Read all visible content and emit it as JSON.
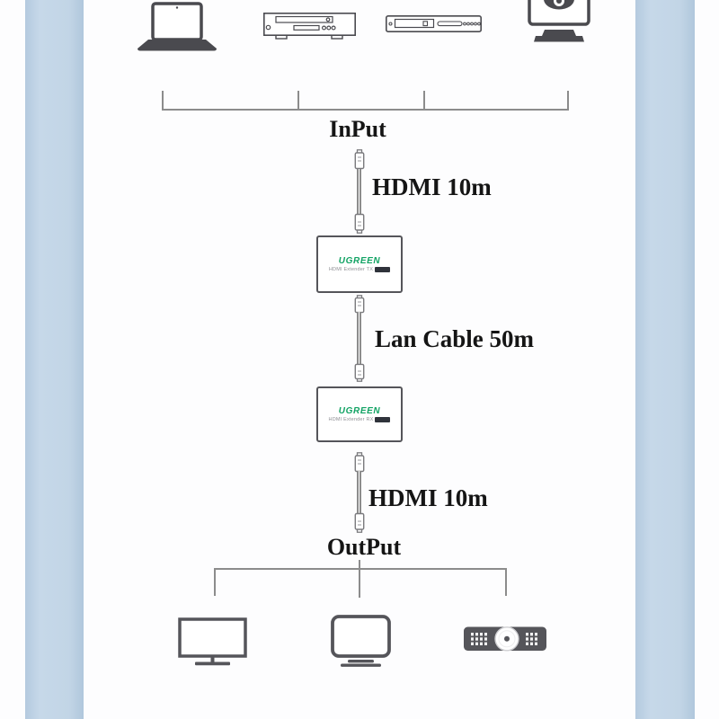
{
  "page": {
    "type": "hdmi-extender-connection-diagram",
    "accent_band_color": "#c0d3e4",
    "background": "#fdfdfe"
  },
  "labels": {
    "input": "InPut",
    "output": "OutPut",
    "hdmi_cable_top": "HDMI 10m",
    "lan_cable": "Lan Cable 50m",
    "hdmi_cable_bottom": "HDMI 10m"
  },
  "boxes": {
    "tx": {
      "brand": "UGREEN",
      "model": "HDMI Extender TX"
    },
    "rx": {
      "brand": "UGREEN",
      "model": "HDMI Extender RX"
    }
  },
  "devices": {
    "sources": [
      "laptop",
      "dvd-receiver",
      "media-player",
      "surveillance-monitor"
    ],
    "outputs": [
      "monitor",
      "tv",
      "projector"
    ]
  },
  "colors": {
    "icon_gray": "#4a4a4f",
    "line_gray": "#8c8c8c",
    "text_black": "#151515",
    "brand_green": "#12a364",
    "badge_dark": "#2f333b"
  }
}
